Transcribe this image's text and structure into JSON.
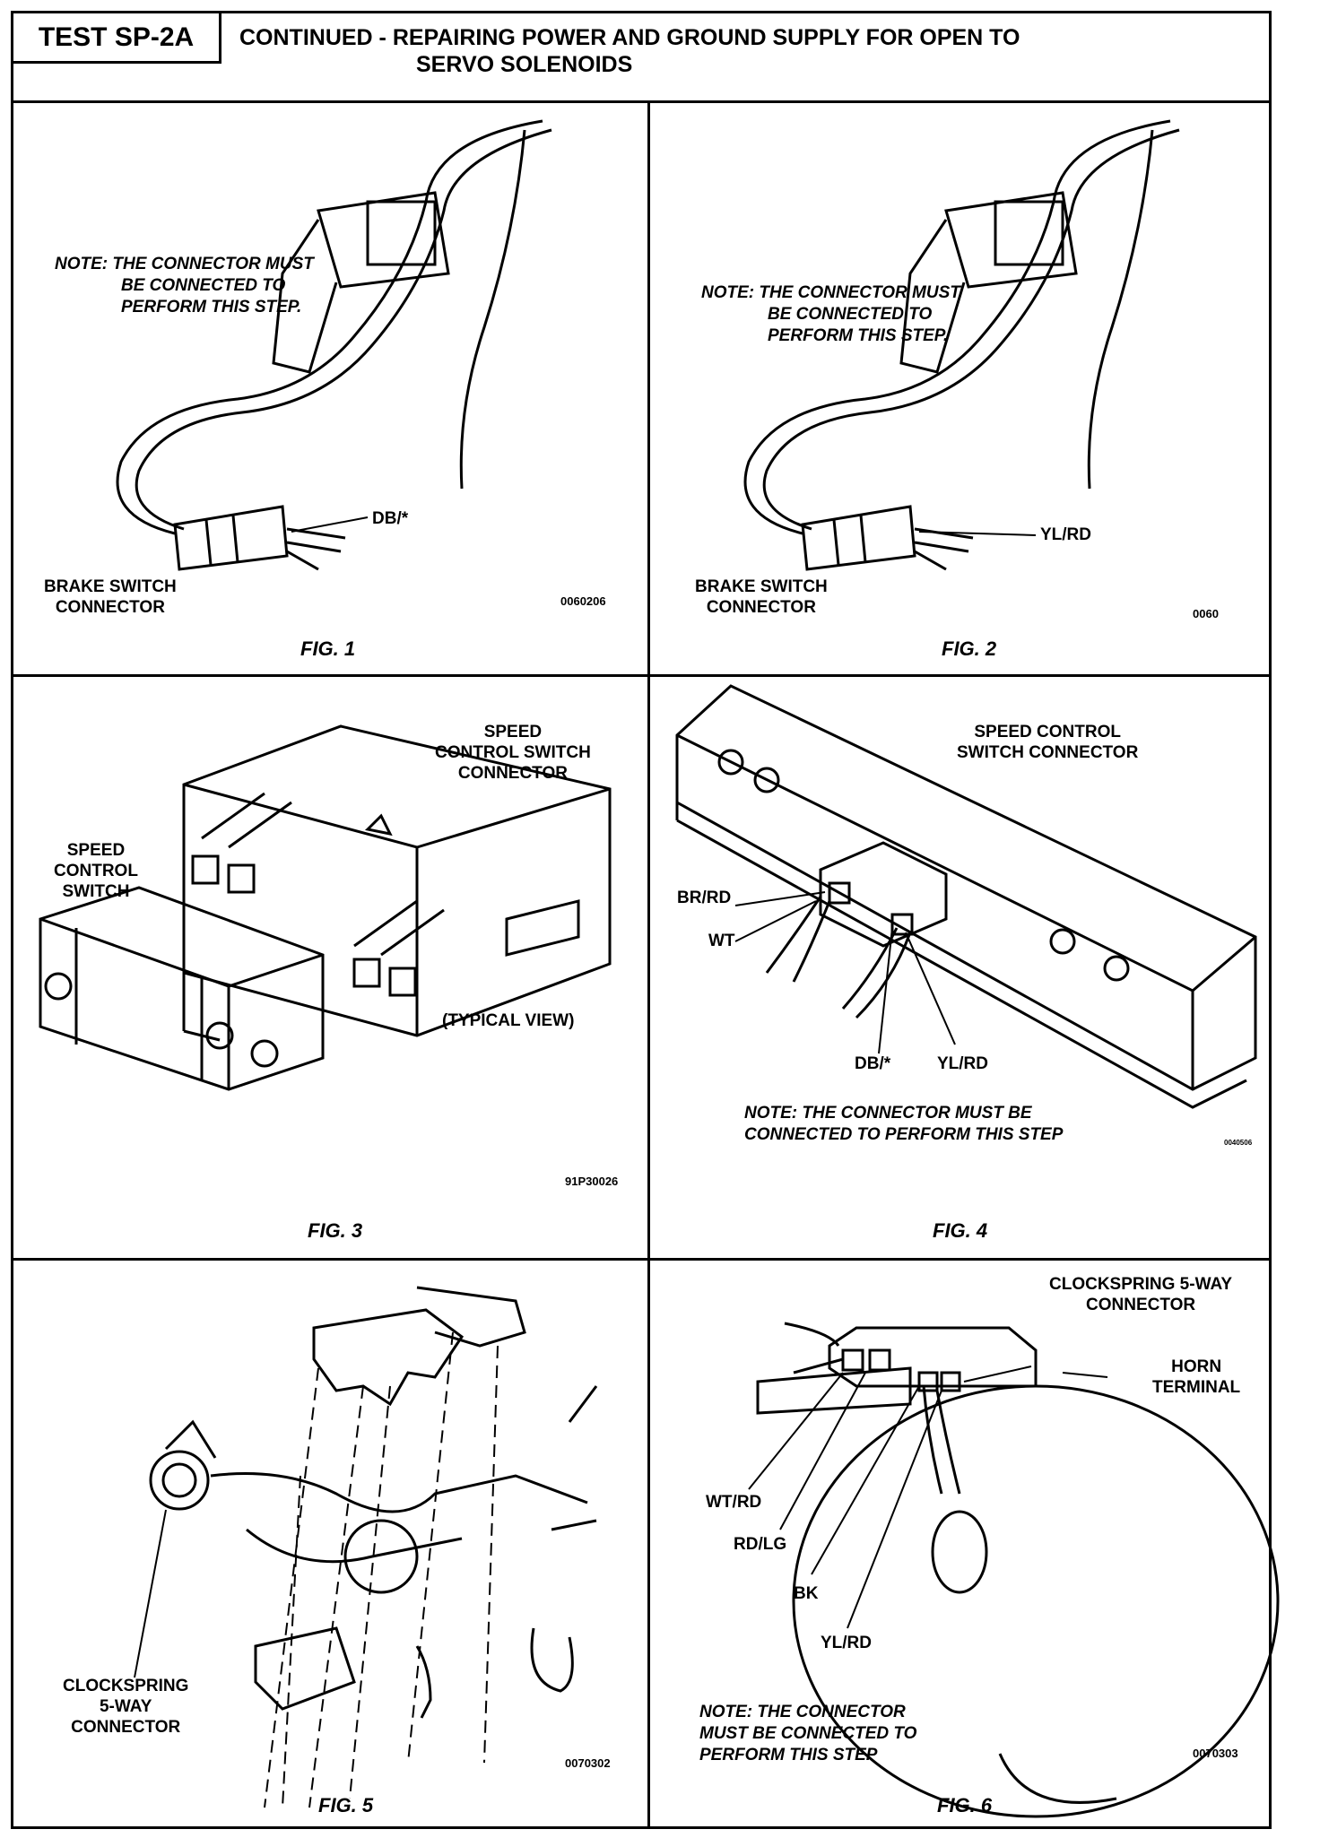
{
  "header": {
    "test_id": "TEST SP-2A",
    "title_line1": "CONTINUED -  REPAIRING POWER AND GROUND SUPPLY FOR OPEN TO",
    "title_line2": "SERVO SOLENOIDS"
  },
  "panels": [
    {
      "fig": "FIG. 1",
      "note": [
        "NOTE: THE CONNECTOR MUST",
        "BE CONNECTED TO",
        "PERFORM THIS STEP."
      ],
      "label_main": [
        "BRAKE SWITCH",
        "CONNECTOR"
      ],
      "wire": "DB/*",
      "code": "0060206"
    },
    {
      "fig": "FIG. 2",
      "note": [
        "NOTE: THE CONNECTOR MUST",
        "BE CONNECTED TO",
        "PERFORM THIS STEP."
      ],
      "label_main": [
        "BRAKE SWITCH",
        "CONNECTOR"
      ],
      "wire": "YL/RD",
      "code": "0060"
    },
    {
      "fig": "FIG. 3",
      "label_connector": [
        "SPEED",
        "CONTROL SWITCH",
        "CONNECTOR"
      ],
      "label_switch": [
        "SPEED",
        "CONTROL",
        "SWITCH"
      ],
      "typical": "(TYPICAL VIEW)",
      "code": "91P30026"
    },
    {
      "fig": "FIG. 4",
      "label_connector": [
        "SPEED CONTROL",
        "SWITCH CONNECTOR"
      ],
      "wires": [
        "BR/RD",
        "WT",
        "DB/*",
        "YL/RD"
      ],
      "note": [
        "NOTE: THE CONNECTOR MUST BE",
        "CONNECTED TO PERFORM THIS STEP"
      ],
      "code": "0040506"
    },
    {
      "fig": "FIG. 5",
      "label": [
        "CLOCKSPRING",
        "5-WAY",
        "CONNECTOR"
      ],
      "code": "0070302"
    },
    {
      "fig": "FIG. 6",
      "label_connector": [
        "CLOCKSPRING 5-WAY",
        "CONNECTOR"
      ],
      "label_horn": [
        "HORN",
        "TERMINAL"
      ],
      "wires": [
        "WT/RD",
        "RD/LG",
        "BK",
        "YL/RD"
      ],
      "note": [
        "NOTE: THE CONNECTOR",
        "MUST BE CONNECTED TO",
        "PERFORM THIS STEP"
      ],
      "code": "0070303"
    }
  ]
}
